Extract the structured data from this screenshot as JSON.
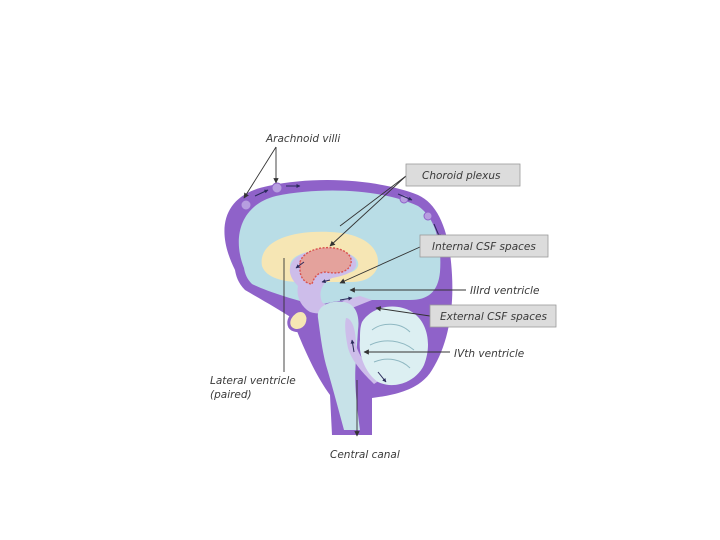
{
  "labels": {
    "arachnoid_villi": "Arachnoid villi",
    "choroid_plexus": "Choroid plexus",
    "internal_csf": "Internal CSF spaces",
    "third_ventricle": "IIIrd ventricle",
    "external_csf": "External CSF spaces",
    "fourth_ventricle": "IVth ventricle",
    "lateral_ventricle_line1": "Lateral ventricle",
    "lateral_ventricle_line2": "(paired)",
    "central_canal": "Central canal"
  },
  "colors": {
    "csf_purple": "#8f62c9",
    "light_purple": "#cdbdea",
    "brain_blue": "#b9dde6",
    "white_matter": "#f6e6b4",
    "choroid_red": "#d9534f",
    "label_box": "#dcdcdc"
  }
}
